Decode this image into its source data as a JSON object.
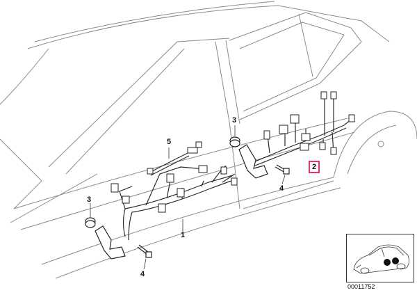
{
  "callouts": {
    "c1": "1",
    "c2": "2",
    "c3_left": "3",
    "c3_right": "3",
    "c4_left": "4",
    "c4_right": "4",
    "c5": "5"
  },
  "reference_number": "00011752",
  "colors": {
    "line": "#4a4a4a",
    "highlight": "#e0307a"
  }
}
